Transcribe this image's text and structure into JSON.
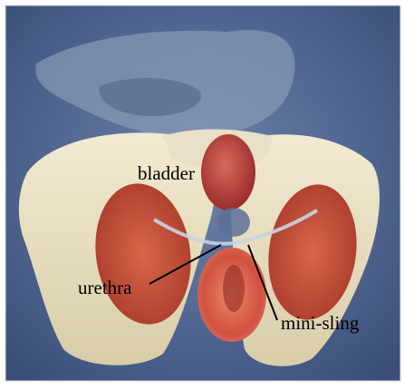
{
  "labels": {
    "bladder": "bladder",
    "urethra": "urethra",
    "mini_sling": "mini-sling"
  },
  "colors": {
    "background_blue": "#4a5f86",
    "bone": "#e6dcc0",
    "muscle_red": "#c64a35",
    "bladder_red": "#b83a36",
    "leader_line": "#000000"
  }
}
